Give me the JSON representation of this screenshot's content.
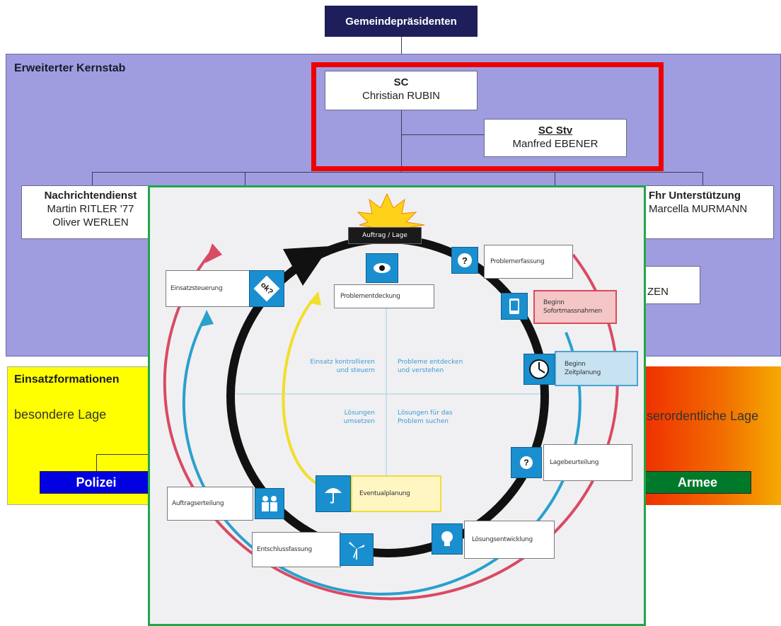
{
  "top": {
    "title": "Gemeindepräsidenten"
  },
  "kernstab": {
    "label": "Erweiterter Kernstab",
    "sc": {
      "role": "SC",
      "name": "Christian RUBIN"
    },
    "sc_stv": {
      "role": "SC Stv",
      "name": "Manfred EBENER"
    },
    "nachrichten": {
      "role": "Nachrichtendienst",
      "names": [
        "Martin RITLER '77",
        "Oliver WERLEN"
      ]
    },
    "fhr": {
      "role": "Fhr Unterstützung",
      "names": [
        "Marcella MURMANN"
      ]
    },
    "partial_right": "ZEN"
  },
  "formations": {
    "left_label": "Einsatzformationen",
    "left_sub": "besondere Lage",
    "left_button": "Polizei",
    "right_sub": "serordentliche Lage",
    "right_button": "Armee"
  },
  "cycle": {
    "top_label": "Auftrag / Lage",
    "steps": {
      "problemerfassung": "Problemerfassung",
      "sofortmassnahmen": [
        "Beginn",
        "Sofortmassnahmen"
      ],
      "zeitplanung": [
        "Beginn",
        "Zeitplanung"
      ],
      "lagebeurteilung": "Lagebeurteilung",
      "loesungsentwicklung": "Lösungsentwicklung",
      "entschlussfassung": "Entschlussfassung",
      "auftragserteilung": "Auftragserteilung",
      "einsatzsteuerung": "Einsatzsteuerung",
      "problementdeckung": "Problementdeckung",
      "eventualplanung": "Eventualplanung"
    },
    "icons": {
      "einsatz": "ok?",
      "problemerfassung": "?",
      "lagebeurteilung": "?"
    },
    "quadrants": {
      "tl": [
        "Einsatz kontrollieren",
        "und steuern"
      ],
      "tr": [
        "Probleme entdecken",
        "und verstehen"
      ],
      "bl": [
        "Lösungen",
        "umsetzen"
      ],
      "br": [
        "Lösungen für das",
        "Problem suchen"
      ]
    }
  },
  "colors": {
    "navy": "#1e1e5a",
    "kernstab_bg": "#9f9de0",
    "highlight_red": "#ee0000",
    "frame_green": "#1fa84a",
    "polizei": "#0000e0",
    "armee": "#007a2a"
  }
}
